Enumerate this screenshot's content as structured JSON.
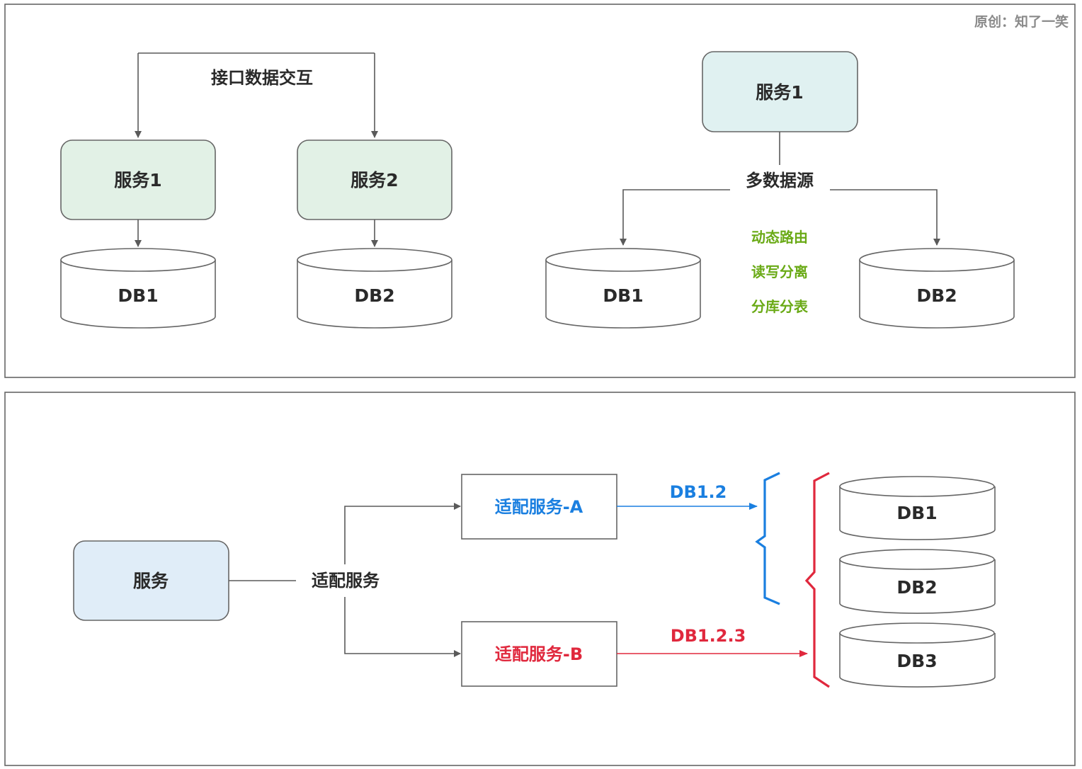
{
  "watermark": "原创：知了一笑",
  "panel_top": {
    "left_diagram": {
      "interaction_label": "接口数据交互",
      "services": [
        {
          "label": "服务1",
          "color": "#e2f1e6"
        },
        {
          "label": "服务2",
          "color": "#e2f1e6"
        }
      ],
      "databases": [
        {
          "label": "DB1"
        },
        {
          "label": "DB2"
        }
      ]
    },
    "right_diagram": {
      "service": {
        "label": "服务1",
        "color": "#e0f1f1"
      },
      "datasource_label": "多数据源",
      "features": [
        "动态路由",
        "读写分离",
        "分库分表"
      ],
      "feature_color": "#6aaa16",
      "databases": [
        {
          "label": "DB1"
        },
        {
          "label": "DB2"
        }
      ]
    }
  },
  "panel_bottom": {
    "service": {
      "label": "服务",
      "color": "#e0edf8"
    },
    "adapter_label": "适配服务",
    "adapters": [
      {
        "label": "适配服务-A",
        "route": "DB1.2",
        "color": "#1a7fe0"
      },
      {
        "label": "适配服务-B",
        "route": "DB1.2.3",
        "color": "#e0283d"
      }
    ],
    "databases": [
      {
        "label": "DB1"
      },
      {
        "label": "DB2"
      },
      {
        "label": "DB3"
      }
    ]
  }
}
